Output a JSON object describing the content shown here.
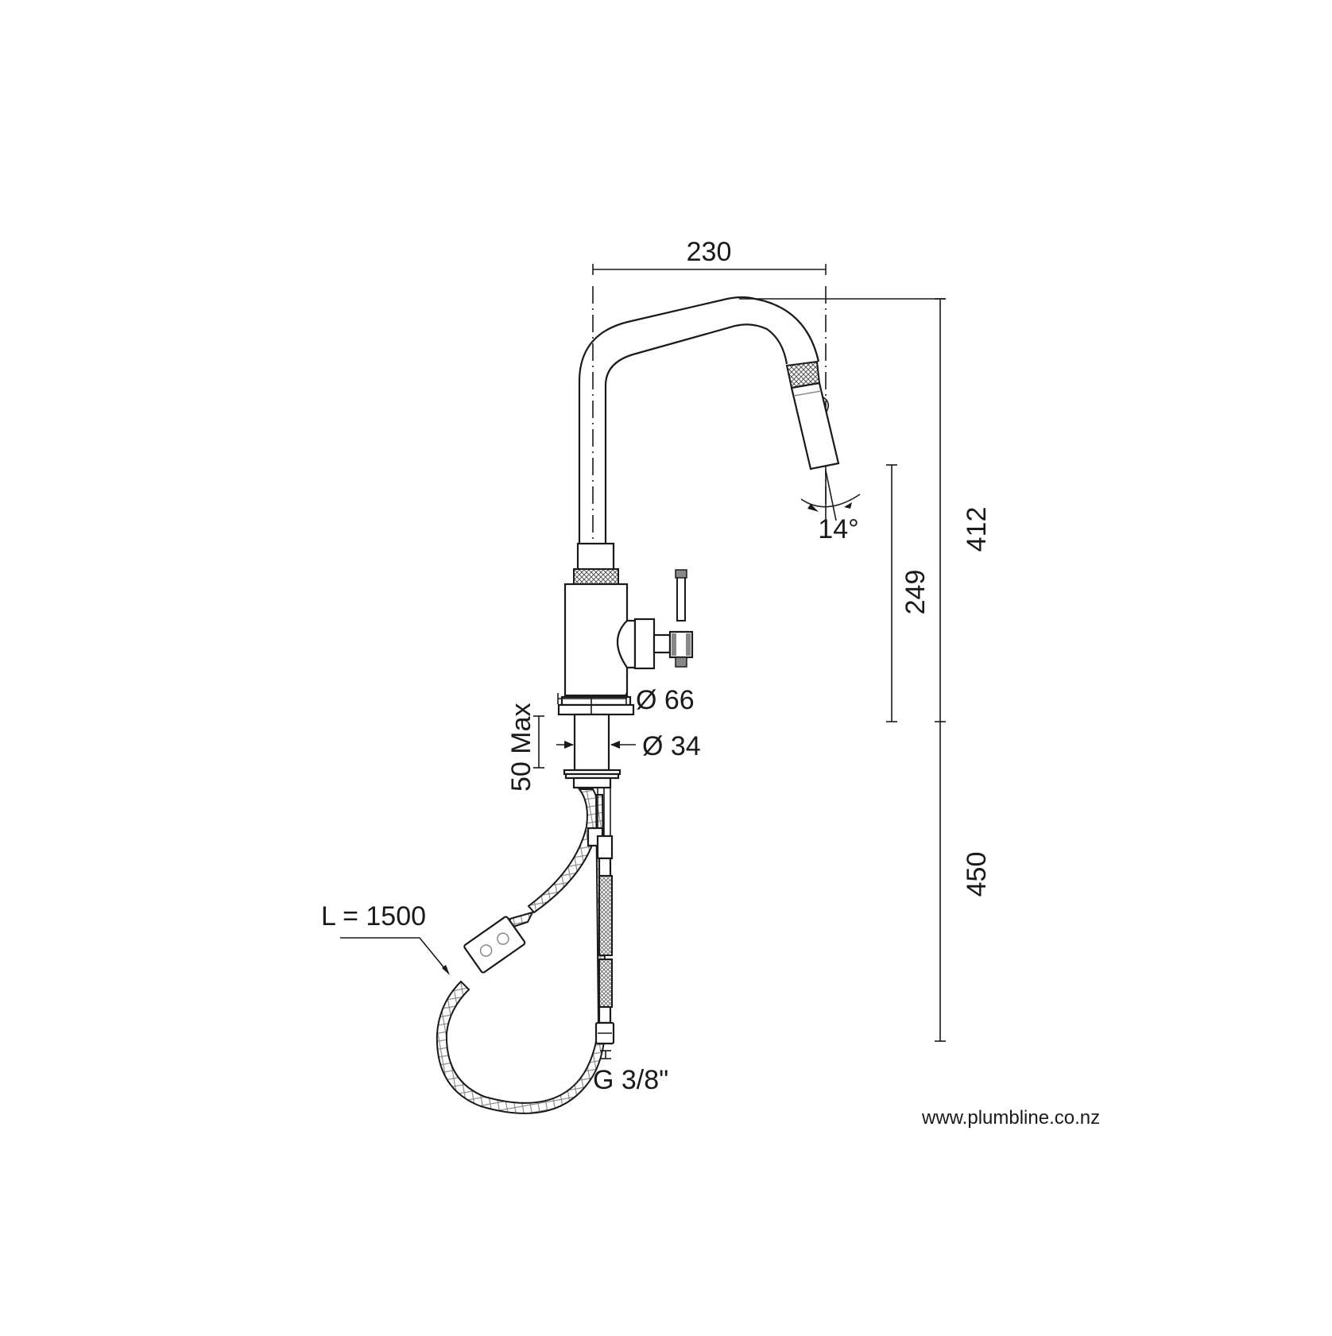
{
  "drawing": {
    "subject": "Pull-out kitchen mixer tap technical drawing",
    "dimensions": {
      "spout_reach": "230",
      "overall_height": "412",
      "spout_outlet_height": "249",
      "below_deck_length": "450",
      "spray_angle": "14°",
      "body_diameter": "Ø 66",
      "shank_diameter": "Ø 34",
      "max_deck_thickness": "50 Max",
      "hose_length": "L = 1500",
      "connection_thread": "G 3/8\""
    },
    "footer": {
      "website": "www.plumbline.co.nz"
    },
    "colors": {
      "line": "#1a1a1a",
      "background": "#ffffff",
      "hatch": "#9a9a9a"
    }
  }
}
